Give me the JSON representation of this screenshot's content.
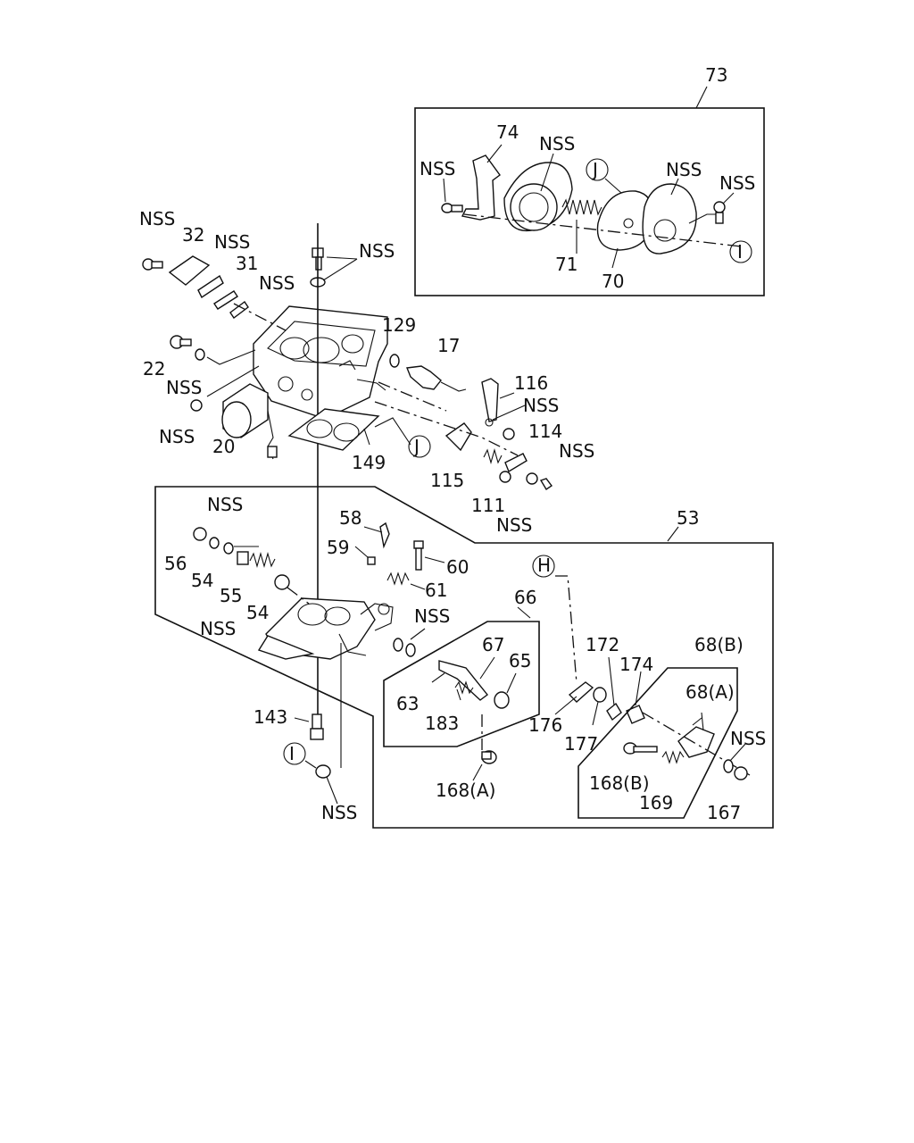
{
  "labels": {
    "l73": "73",
    "l74": "74",
    "l71": "71",
    "l70": "70",
    "nss_a": "NSS",
    "nss_b": "NSS",
    "nss_c": "NSS",
    "nss_d": "NSS",
    "ref_j1": "J",
    "ref_i1": "I",
    "ref_j2": "J",
    "ref_i2": "I",
    "ref_h": "H",
    "l32": "32",
    "l31": "31",
    "nss_e": "NSS",
    "nss_f": "NSS",
    "nss_g": "NSS",
    "nss_h": "NSS",
    "l129": "129",
    "l17": "17",
    "l22": "22",
    "nss_i": "NSS",
    "nss_j": "NSS",
    "l20": "20",
    "l116": "116",
    "nss_k": "NSS",
    "l114": "114",
    "l149": "149",
    "l115": "115",
    "l111": "111",
    "nss_l": "NSS",
    "nss_m": "NSS",
    "l53": "53",
    "nss_n": "NSS",
    "l58": "58",
    "l59": "59",
    "l60": "60",
    "l61": "61",
    "l56": "56",
    "l54a": "54",
    "l55": "55",
    "l54b": "54",
    "nss_o": "NSS",
    "nss_p": "NSS",
    "l66": "66",
    "l67": "67",
    "l65": "65",
    "l63": "63",
    "l183": "183",
    "l172": "172",
    "l174": "174",
    "l68b": "68(B)",
    "l68a": "68(A)",
    "l176": "176",
    "l177": "177",
    "nss_q": "NSS",
    "l143": "143",
    "nss_r": "NSS",
    "l168a": "168(A)",
    "l168b": "168(B)",
    "l169": "169",
    "l167": "167"
  }
}
